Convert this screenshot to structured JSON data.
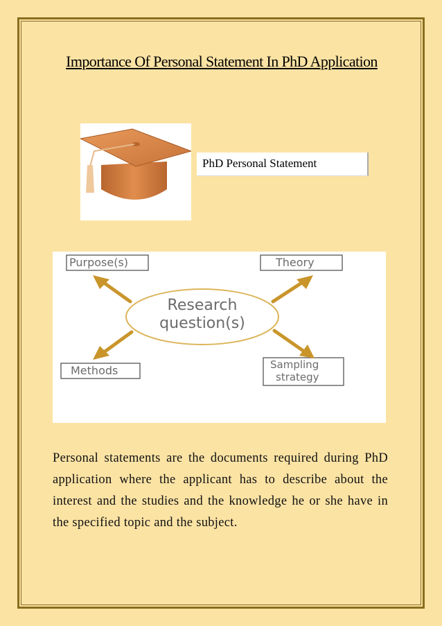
{
  "title": "Importance Of Personal Statement In PhD Application",
  "label": "PhD Personal Statement",
  "diagram": {
    "center": "Research question(s)",
    "center_line1": "Research",
    "center_line2": "question(s)",
    "purpose": "Purpose(s)",
    "theory": "Theory",
    "methods": "Methods",
    "sampling_line1": "Sampling",
    "sampling_line2": "strategy"
  },
  "paragraph": "Personal statements are the documents required during PhD application where the applicant has to describe about the interest and the studies and the knowledge he or she have in the specified topic and the subject.",
  "colors": {
    "page_bg": "#fbe3a4",
    "frame": "#8a6d1f",
    "cap": "#d98a4a",
    "arrow": "#c9952b",
    "diagram_text": "#6b6b6b"
  }
}
